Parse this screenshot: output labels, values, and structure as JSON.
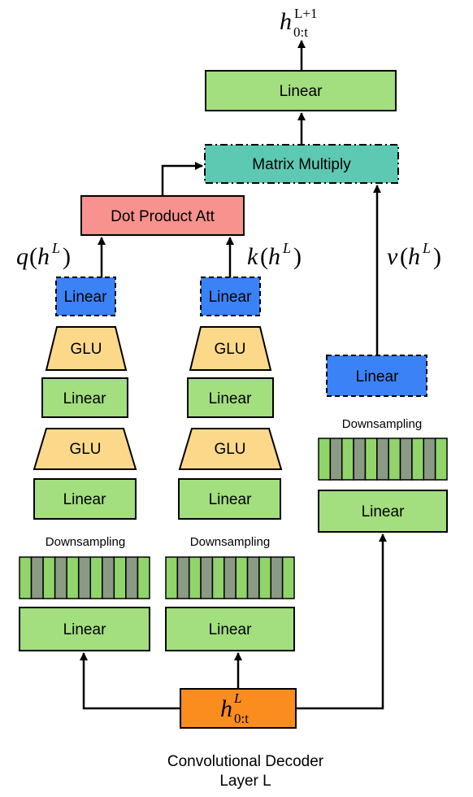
{
  "colors": {
    "linear_green": "#a3de7f",
    "linear_blue": "#3b82f6",
    "glu_yellow": "#fcd98a",
    "attention_red": "#f7928e",
    "matmul_teal": "#5ec9b3",
    "input_orange": "#fb8c1e",
    "bar_light": "#90d46a",
    "bar_dark": "#8a9a84"
  },
  "top": {
    "output_base": "h",
    "output_sup": "L+1",
    "output_sub": "0:t",
    "linear_label": "Linear",
    "matmul_label": "Matrix Multiply",
    "attention_label": "Dot Product Att"
  },
  "q_branch": {
    "annot_fn": "q",
    "annot_h": "h",
    "annot_sup": "L",
    "linear_blue_label": "Linear",
    "glu_top_label": "GLU",
    "linear_mid_label": "Linear",
    "glu_bottom_label": "GLU",
    "linear_low_label": "Linear",
    "downsampling_label": "Downsampling",
    "linear_bottom_label": "Linear"
  },
  "k_branch": {
    "annot_fn": "k",
    "annot_h": "h",
    "annot_sup": "L",
    "linear_blue_label": "Linear",
    "glu_top_label": "GLU",
    "linear_mid_label": "Linear",
    "glu_bottom_label": "GLU",
    "linear_low_label": "Linear",
    "downsampling_label": "Downsampling",
    "linear_bottom_label": "Linear"
  },
  "v_branch": {
    "annot_fn": "v",
    "annot_h": "h",
    "annot_sup": "L",
    "linear_blue_label": "Linear",
    "downsampling_label": "Downsampling",
    "linear_bottom_label": "Linear"
  },
  "input": {
    "base": "h",
    "sup": "L",
    "sub": "0:t"
  },
  "caption": {
    "line1": "Convolutional Decoder",
    "line2": "Layer L"
  }
}
